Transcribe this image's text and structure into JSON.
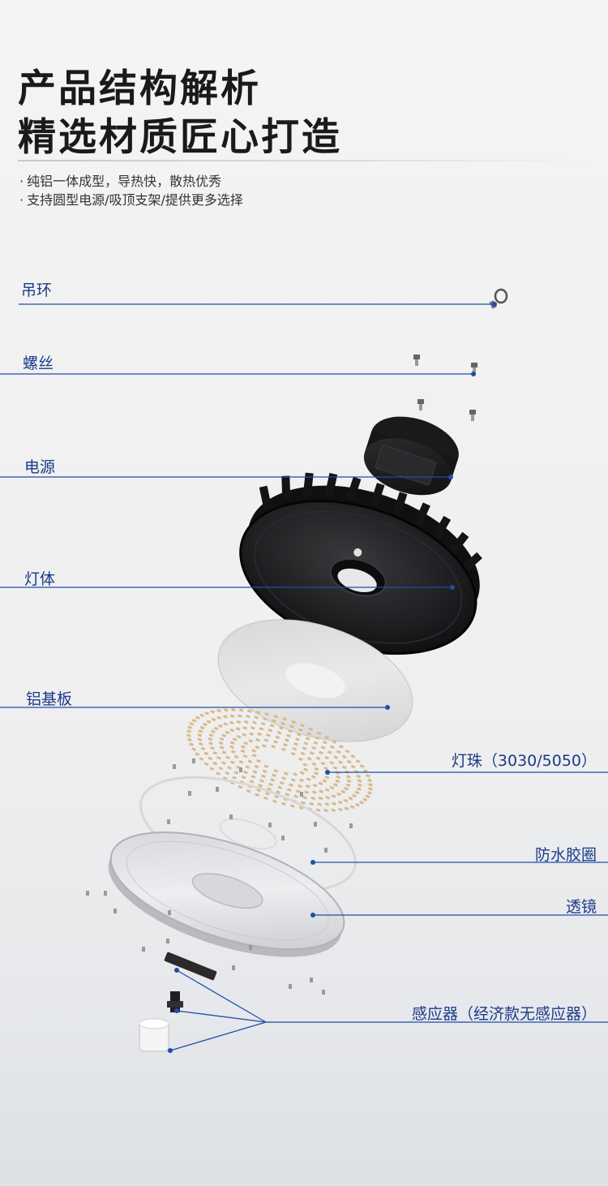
{
  "header": {
    "title_line1": "产品结构解析",
    "title_line2": "精选材质匠心打造",
    "bullets": [
      "纯铝一体成型，导热快，散热优秀",
      "支持圆型电源/吸顶支架/提供更多选择"
    ],
    "bullet_marker": "·"
  },
  "parts": [
    {
      "id": "ring",
      "label": "吊环"
    },
    {
      "id": "screw",
      "label": "螺丝"
    },
    {
      "id": "driver",
      "label": "电源"
    },
    {
      "id": "housing",
      "label": "灯体"
    },
    {
      "id": "pcb",
      "label": "铝基板"
    },
    {
      "id": "leds",
      "label": "灯珠（3030/5050）"
    },
    {
      "id": "gasket",
      "label": "防水胶圈"
    },
    {
      "id": "lens",
      "label": "透镜"
    },
    {
      "id": "sensor",
      "label": "感应器（经济款无感应器）"
    }
  ],
  "colors": {
    "title": "#1a1a1a",
    "label": "#1a3a8a",
    "leader_line": "#1f4ea8",
    "housing": "#1c1c1e",
    "pcb": "#e3e3e3",
    "led": "#d9b98a"
  }
}
